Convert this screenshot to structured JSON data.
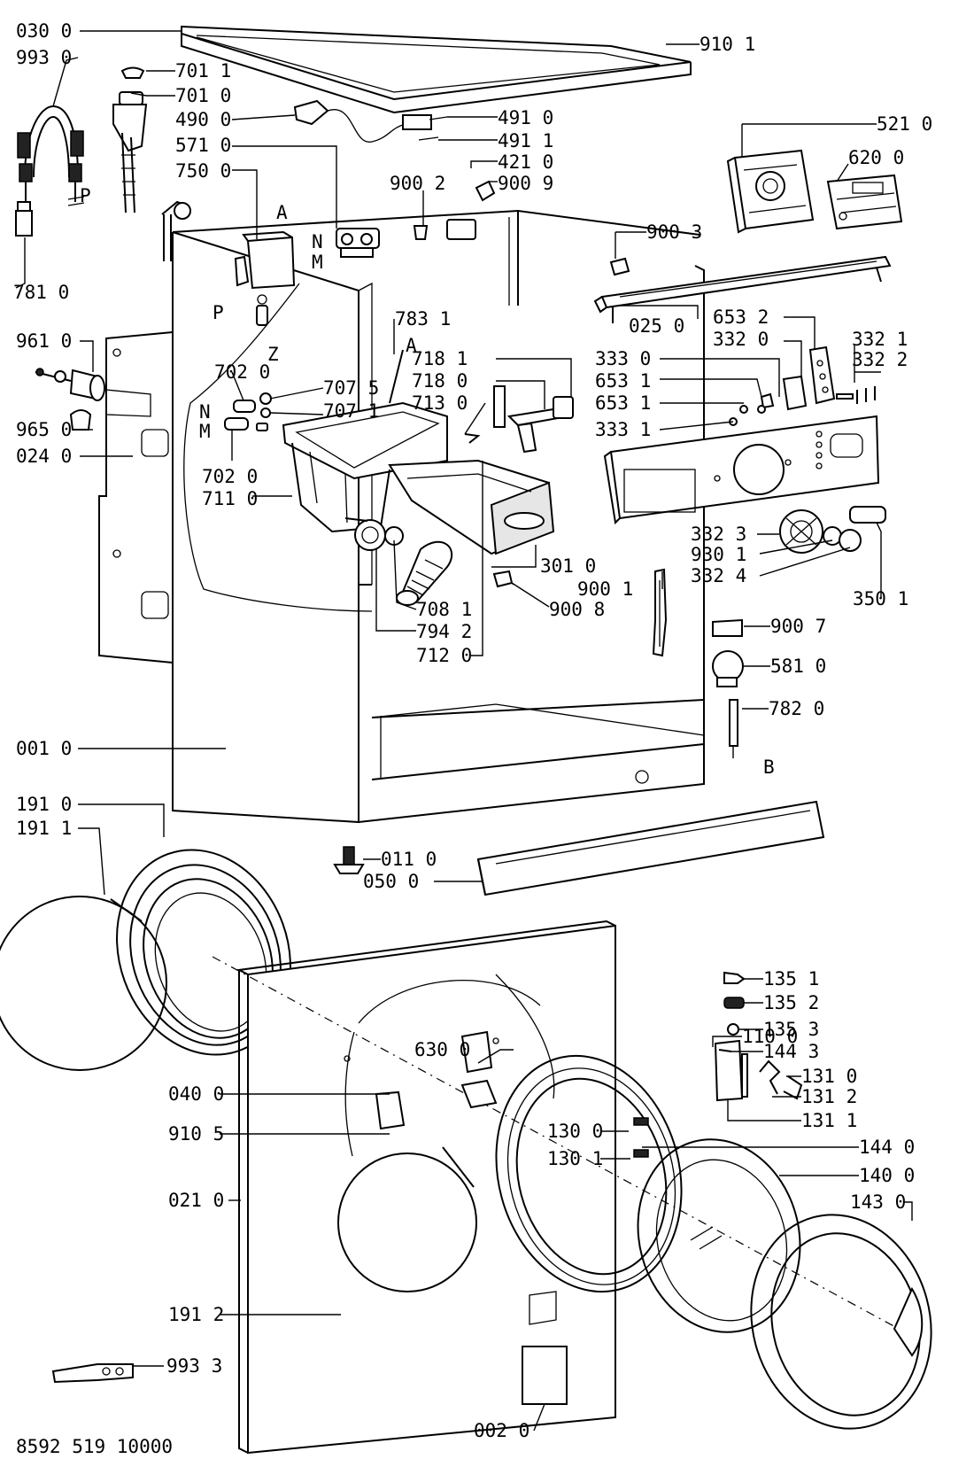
{
  "document_code": "8592 519 10000",
  "markers": {
    "a1": "A",
    "a2": "A",
    "b": "B",
    "z": "Z",
    "p1": "P",
    "p2": "P",
    "n1": "N",
    "m1": "M",
    "n2": "N",
    "m2": "M"
  },
  "labels": {
    "l0300": "030 0",
    "l9930": "993 0",
    "l7011": "701 1",
    "l7010": "701 0",
    "l4900": "490 0",
    "l5710": "571 0",
    "l7500": "750 0",
    "l7810": "781 0",
    "l9101": "910 1",
    "l4910": "491 0",
    "l4911": "491 1",
    "l4210": "421 0",
    "l9002": "900 2",
    "l9009": "900 9",
    "l5210": "521 0",
    "l6200": "620 0",
    "l9003": "900 3",
    "l0250": "025 0",
    "l9610": "961 0",
    "l9650": "965 0",
    "l0240": "024 0",
    "l7831": "783 1",
    "l7020a": "702 0",
    "l7075": "707 5",
    "l7071": "707 1",
    "l7020b": "702 0",
    "l7110": "711 0",
    "l7181": "718 1",
    "l7180": "718 0",
    "l7130": "713 0",
    "l6532": "653 2",
    "l3320": "332 0",
    "l3321": "332 1",
    "l3322": "332 2",
    "l3330": "333 0",
    "l6531a": "653 1",
    "l6531b": "653 1",
    "l3331": "333 1",
    "l3323": "332 3",
    "l9301": "930 1",
    "l3324": "332 4",
    "l3501": "350 1",
    "l3010": "301 0",
    "l9001": "900 1",
    "l9008": "900 8",
    "l7081": "708 1",
    "l7942": "794 2",
    "l7120": "712 0",
    "l9007": "900 7",
    "l5810": "581 0",
    "l7820": "782 0",
    "l0010": "001 0",
    "l1910": "191 0",
    "l1911": "191 1",
    "l0110": "011 0",
    "l0500": "050 0",
    "l1351": "135 1",
    "l1352": "135 2",
    "l1353": "135 3",
    "l1443": "144 3",
    "l1100": "110 0",
    "l1310": "131 0",
    "l1312": "131 2",
    "l1311": "131 1",
    "l6300": "630 0",
    "l0400": "040 0",
    "l9105": "910 5",
    "l1300": "130 0",
    "l1301": "130 1",
    "l1440": "144 0",
    "l1400": "140 0",
    "l1430": "143 0",
    "l0210": "021 0",
    "l1912": "191 2",
    "l9933": "993 3",
    "l0020": "002 0"
  },
  "colors": {
    "ink": "#000000",
    "paper": "#ffffff",
    "shade": "#e6e6e6"
  }
}
